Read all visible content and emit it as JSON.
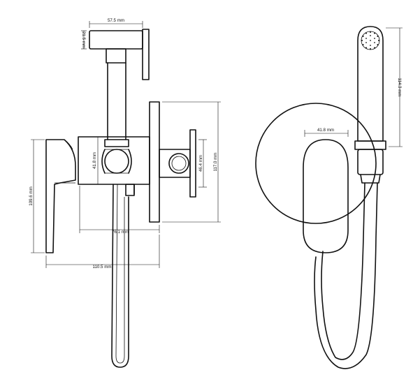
{
  "drawing": {
    "side_view": {
      "dimensions": {
        "spray_head_width": "57.5 mm",
        "spray_head_height": "21.5 mm",
        "body_height": "41.8 mm",
        "holder_height": "46.4 mm",
        "plate_height": "117.0 mm",
        "mixer_height": "109.6 mm",
        "depth_short": "76.1 mm",
        "depth_total": "110.5 mm"
      }
    },
    "front_view": {
      "dimensions": {
        "handle_width": "41.8 mm",
        "spray_length": "114.3 mm"
      }
    }
  }
}
